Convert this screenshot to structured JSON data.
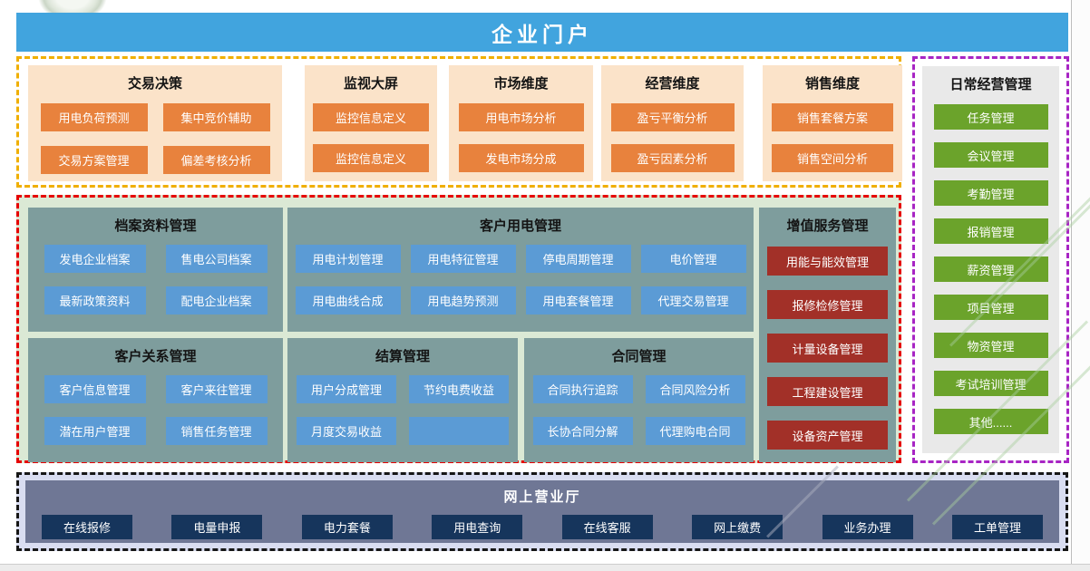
{
  "page": {
    "title": "企业门户"
  },
  "analysis": {
    "groups": [
      {
        "title": "交易决策",
        "items": [
          "用电负荷预测",
          "集中竞价辅助",
          "交易方案管理",
          "偏差考核分析"
        ]
      },
      {
        "title": "监视大屏",
        "items": [
          "监控信息定义",
          "监控信息定义"
        ]
      },
      {
        "title": "市场维度",
        "items": [
          "用电市场分析",
          "发电市场分成"
        ]
      },
      {
        "title": "经营维度",
        "items": [
          "盈亏平衡分析",
          "盈亏因素分析"
        ]
      },
      {
        "title": "销售维度",
        "items": [
          "销售套餐方案",
          "销售空间分析"
        ]
      }
    ]
  },
  "business": {
    "groups": [
      {
        "title": "档案资料管理",
        "items": [
          "发电企业档案",
          "售电公司档案",
          "最新政策资料",
          "配电企业档案"
        ]
      },
      {
        "title": "客户用电管理",
        "items": [
          "用电计划管理",
          "用电特征管理",
          "停电周期管理",
          "电价管理",
          "用电曲线合成",
          "用电趋势预测",
          "用电套餐管理",
          "代理交易管理"
        ]
      },
      {
        "title": "增值服务管理",
        "items": [
          "用能与能效管理",
          "报修检修管理",
          "计量设备管理",
          "工程建设管理",
          "设备资产管理"
        ]
      },
      {
        "title": "客户关系管理",
        "items": [
          "客户信息管理",
          "客户来往管理",
          "潜在用户管理",
          "销售任务管理"
        ]
      },
      {
        "title": "结算管理",
        "items": [
          "用户分成管理",
          "节约电费收益",
          "月度交易收益",
          ""
        ]
      },
      {
        "title": "合同管理",
        "items": [
          "合同执行追踪",
          "合同风险分析",
          "长协合同分解",
          "代理购电合同"
        ]
      }
    ]
  },
  "daily": {
    "title": "日常经营管理",
    "items": [
      "任务管理",
      "会议管理",
      "考勤管理",
      "报销管理",
      "薪资管理",
      "项目管理",
      "物资管理",
      "考试培训管理",
      "其他......"
    ]
  },
  "hall": {
    "title": "网上营业厅",
    "items": [
      "在线报修",
      "电量申报",
      "电力套餐",
      "用电查询",
      "在线客服",
      "网上缴费",
      "业务办理",
      "工单管理"
    ]
  },
  "colors": {
    "banner_bg": "#41A4DE",
    "analysis_border": "#F0AF00",
    "analysis_panel_bg": "#FBE3C9",
    "orange_button": "#E8823D",
    "business_border": "#E60000",
    "business_bg": "#DBE9D5",
    "teal_panel": "#7E9D9D",
    "blue_button": "#5B9BD5",
    "dark_red_button": "#A23028",
    "daily_border": "#A825C4",
    "daily_panel_bg": "#E9E9E9",
    "green_button": "#6BA32B",
    "hall_border": "#161616",
    "hall_bg": "#D9DDF1",
    "hall_panel": "#6F7795",
    "navy_button": "#16355C"
  }
}
